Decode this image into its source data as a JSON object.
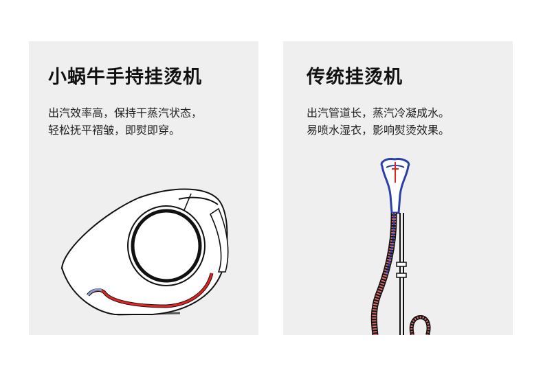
{
  "panels": [
    {
      "title": "小蜗牛手持挂烫机",
      "desc_lines": [
        "出汽效率高，保持干蒸汽状态，",
        "轻松抚平褶皱，即熨即穿。"
      ],
      "illustration_icon": "handheld-steamer-icon"
    },
    {
      "title": "传统挂烫机",
      "desc_lines": [
        "出汽管道长，蒸汽冷凝成水。",
        "易喷水湿衣，影响熨烫效果。"
      ],
      "illustration_icon": "garment-steamer-icon"
    }
  ],
  "colors": {
    "panel_bg": "#efefef",
    "steam_red": "#e02424",
    "steam_blue": "#2a3fa8",
    "outline": "#111111"
  }
}
